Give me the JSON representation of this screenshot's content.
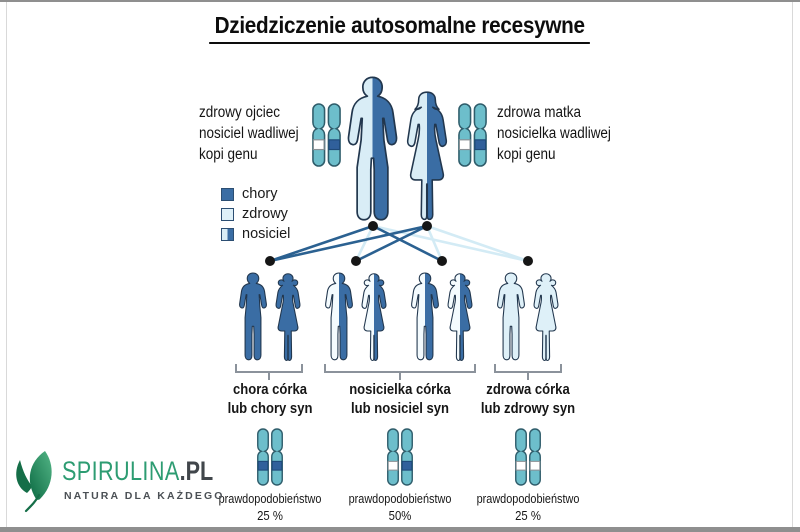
{
  "title": "Dziedziczenie autosomalne recesywne",
  "parents": {
    "father": {
      "lines": [
        "zdrowy ojciec",
        "nosiciel wadliwej",
        "kopi genu"
      ],
      "status": "carrier-parent",
      "bands": [
        "healthy",
        "faulty"
      ]
    },
    "mother": {
      "lines": [
        "zdrowa matka",
        "nosicielka wadliwej",
        "kopi genu"
      ],
      "status": "carrier-parent",
      "bands": [
        "healthy",
        "faulty"
      ]
    }
  },
  "legend": {
    "items": [
      {
        "label": "chory",
        "type": "affected"
      },
      {
        "label": "zdrowy",
        "type": "healthy"
      },
      {
        "label": "nosiciel",
        "type": "carrier"
      }
    ]
  },
  "groups": [
    {
      "lines": [
        "chora córka",
        "lub chory syn"
      ],
      "figures": [
        {
          "status": "affected"
        },
        {
          "status": "affected"
        }
      ],
      "bands": [
        "faulty",
        "faulty"
      ],
      "prob_label": "prawdopodobieństwo",
      "prob_value": "25 %"
    },
    {
      "lines": [
        "nosicielka córka",
        "lub nosiciel syn"
      ],
      "figures": [
        {
          "status": "carrier"
        },
        {
          "status": "carrier"
        },
        {
          "status": "carrier"
        },
        {
          "status": "carrier"
        }
      ],
      "bands": [
        "healthy",
        "faulty"
      ],
      "prob_label": "prawdopodobieństwo",
      "prob_value": "50%"
    },
    {
      "lines": [
        "zdrowa córka",
        "lub zdrowy syn"
      ],
      "figures": [
        {
          "status": "healthy"
        },
        {
          "status": "healthy"
        }
      ],
      "bands": [
        "healthy",
        "healthy"
      ],
      "prob_label": "prawdopodobieństwo",
      "prob_value": "25 %"
    }
  ],
  "logo": {
    "brand": "SPIRULINA",
    "tld": ".PL",
    "tagline": "NATURA DLA KAŻDEGO"
  },
  "colors": {
    "affected": "#3a6da4",
    "healthy": "#def0f8",
    "carrier-light": "#f4fbfe",
    "parent-light": "#d9edf6",
    "outline": "#22374e",
    "chromosome": "#6dbecb",
    "chromosome-outline": "#2f5d6b",
    "band-faulty": "#30609b",
    "band-healthy": "#ffffff",
    "line-dark": "#2b6191",
    "line-light": "#d3ebf5",
    "dot": "#161616",
    "bracket": "#8b929b",
    "text": "#1a1a1a",
    "legend-border": "#2c4e72",
    "brand-green": "#2d9c72",
    "brand-dark": "#41464b",
    "tagline": "#4b5055",
    "frame": "#8f8f8f",
    "frame-light": "#d9d9d9"
  }
}
